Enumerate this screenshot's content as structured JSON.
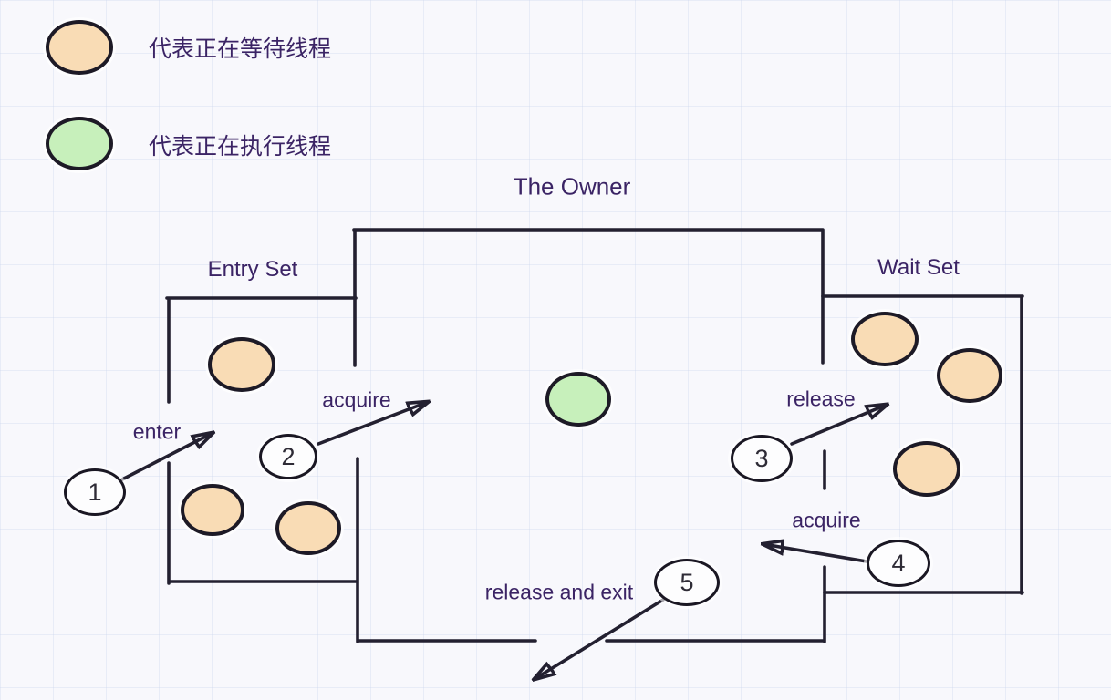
{
  "legend": {
    "items": [
      {
        "label": "代表正在等待线程",
        "meaning": "waiting-thread",
        "color": "#f9dcb5"
      },
      {
        "label": "代表正在执行线程",
        "meaning": "running-thread",
        "color": "#c7f0bb"
      }
    ]
  },
  "diagram": {
    "regions": {
      "owner_title": "The Owner",
      "entry_set_title": "Entry Set",
      "wait_set_title": "Wait Set"
    },
    "steps": [
      {
        "num": "1",
        "label": "enter"
      },
      {
        "num": "2",
        "label": "acquire"
      },
      {
        "num": "3",
        "label": "release"
      },
      {
        "num": "4",
        "label": "acquire"
      },
      {
        "num": "5",
        "label": "release and exit"
      }
    ],
    "thread_counts": {
      "entry_set_waiting": 3,
      "owner_running": 1,
      "wait_set_waiting": 3
    },
    "colors": {
      "waiting_fill": "#f9dcb5",
      "running_fill": "#c7f0bb",
      "outline": "#232030",
      "text": "#3b2465",
      "background": "#f8f8fc"
    }
  }
}
